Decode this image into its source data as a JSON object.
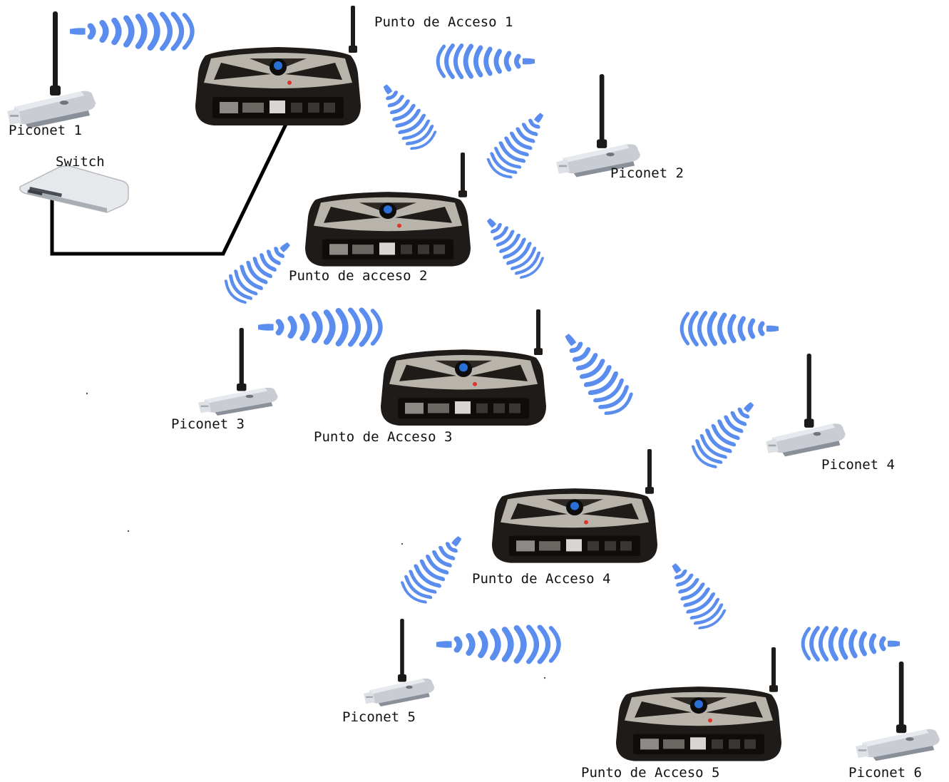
{
  "colors": {
    "signal": "#5b8def",
    "router_body": "#1f1b18",
    "router_top": "#b9b4ab",
    "led_blue": "#2a6fd6",
    "led_red": "#e0332c",
    "dongle_body": "#c9cdd3",
    "switch_body": "#e6e8eb",
    "cable": "#000000",
    "text": "#111111"
  },
  "labels": {
    "ap1": "Punto de Acceso 1",
    "ap2": "Punto de acceso 2",
    "ap3": "Punto de Acceso 3",
    "ap4": "Punto de Acceso 4",
    "ap5": "Punto de Acceso 5",
    "switch": "Switch",
    "p1": "Piconet  1",
    "p2": "Piconet  2",
    "p3": "Piconet  3",
    "p4": "Piconet  4",
    "p5": "Piconet  5",
    "p6": "Piconet 6"
  }
}
